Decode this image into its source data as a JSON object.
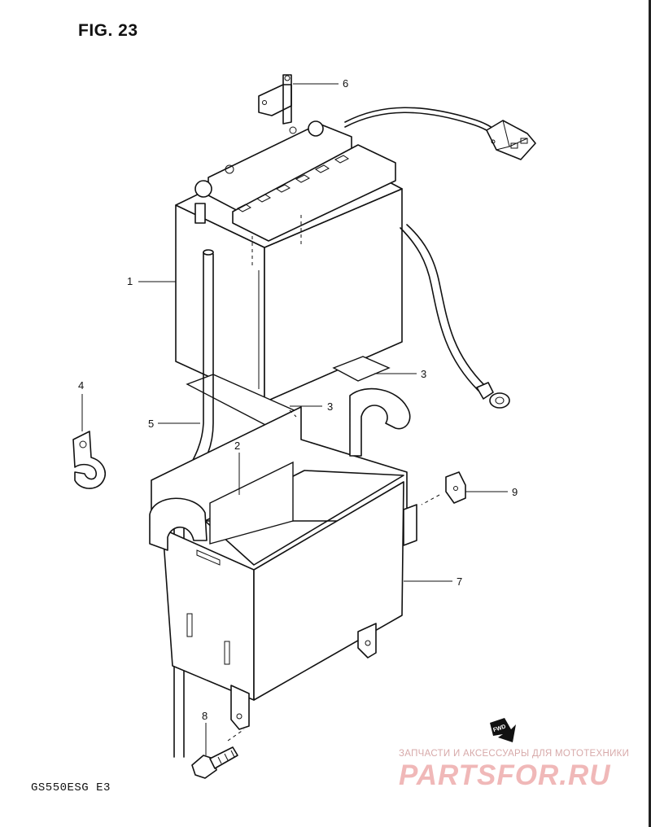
{
  "figure": {
    "title": "FIG. 23",
    "model_code": "GS550ESG  E3"
  },
  "callouts": [
    {
      "id": "1",
      "label": "1"
    },
    {
      "id": "2",
      "label": "2"
    },
    {
      "id": "3a",
      "label": "3"
    },
    {
      "id": "3b",
      "label": "3"
    },
    {
      "id": "4",
      "label": "4"
    },
    {
      "id": "5",
      "label": "5"
    },
    {
      "id": "6",
      "label": "6"
    },
    {
      "id": "7",
      "label": "7"
    },
    {
      "id": "8",
      "label": "8"
    },
    {
      "id": "9",
      "label": "9"
    }
  ],
  "fwd_label": "FWD",
  "watermark": {
    "line": "ЗАПЧАСТИ И АКСЕССУАРЫ ДЛЯ МОТОТЕХНИКИ",
    "logo": "PARTSFOR.RU"
  }
}
